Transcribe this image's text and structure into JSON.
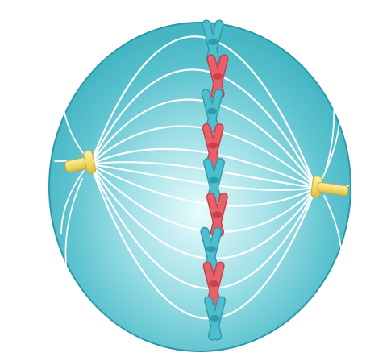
{
  "figure": {
    "subject": "metaphase-cell",
    "colors": {
      "background": "#ffffff",
      "cell_fill_center": "#e8fbfc",
      "cell_fill_mid": "#7fd3dc",
      "cell_fill_edge": "#46b6c4",
      "cell_outline": "#2a98a8",
      "spindle_fibers": "#ffffff",
      "chromosome_teal": "#4fbfcf",
      "chromosome_teal_shade": "#2e9cab",
      "chromosome_red": "#e8606a",
      "chromosome_red_shade": "#c8404c",
      "centrosome_fill": "#f6e27a",
      "centrosome_shade": "#d9b93a"
    },
    "centrosomes": [
      {
        "name": "left-centrosome"
      },
      {
        "name": "right-centrosome"
      }
    ],
    "chromosomes": [
      {
        "color": "teal"
      },
      {
        "color": "red"
      },
      {
        "color": "teal"
      },
      {
        "color": "red"
      },
      {
        "color": "teal"
      },
      {
        "color": "red"
      },
      {
        "color": "teal"
      },
      {
        "color": "red"
      },
      {
        "color": "teal"
      }
    ]
  }
}
